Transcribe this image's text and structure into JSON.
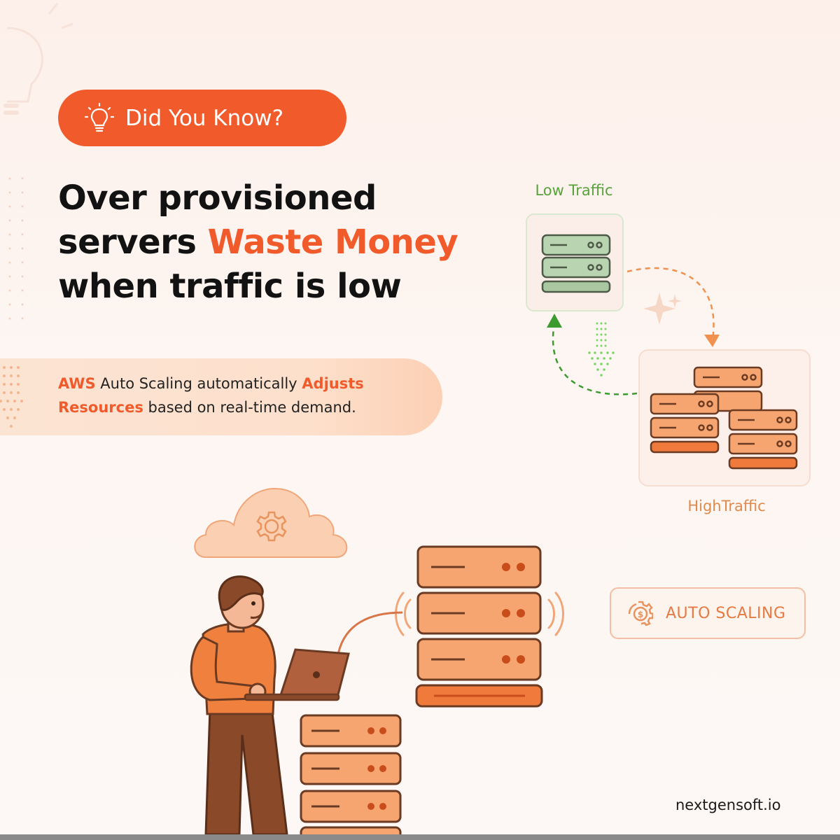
{
  "badge": {
    "label": "Did You Know?",
    "icon": "lightbulb-icon"
  },
  "headline": {
    "line1": "Over provisioned",
    "line2_prefix": "servers ",
    "line2_accent": "Waste Money",
    "line3": "when traffic is low"
  },
  "info": {
    "part1_accent": "AWS",
    "part2": " Auto Scaling automatically ",
    "part3_accent": "Adjusts Resources",
    "part4": " based on real-time demand."
  },
  "diagram": {
    "low_label": "Low Traffic",
    "high_label": "HighTraffic"
  },
  "auto_scaling": {
    "label": "AUTO SCALING",
    "icon": "gear-dollar-icon"
  },
  "footer": {
    "site": "nextgensoft.io"
  },
  "colors": {
    "accent": "#f15a2b",
    "green": "#57a23b",
    "server_orange": "#f6a570",
    "server_dark": "#f07a3c",
    "outline": "#6b3a22"
  }
}
